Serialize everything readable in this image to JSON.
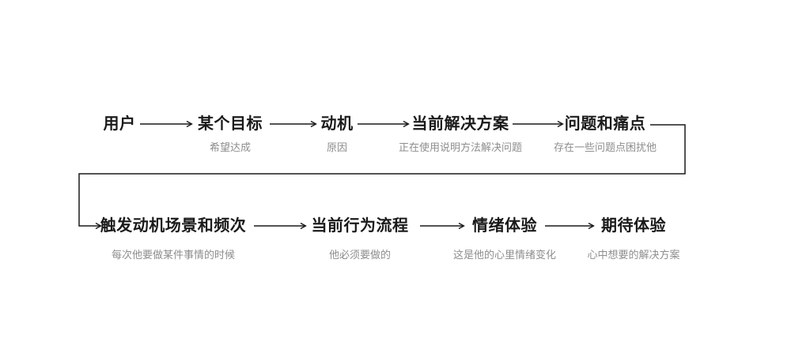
{
  "diagram": {
    "title": "user-journey-flow",
    "colors": {
      "label": "#1a1a1a",
      "sublabel": "#8e8e8e",
      "line": "#1a1a1a",
      "background": "#ffffff"
    },
    "row1": {
      "steps": [
        {
          "label": "用户",
          "sublabel": ""
        },
        {
          "label": "某个目标",
          "sublabel": "希望达成"
        },
        {
          "label": "动机",
          "sublabel": "原因"
        },
        {
          "label": "当前解决方案",
          "sublabel": "正在使用说明方法解决问题"
        },
        {
          "label": "问题和痛点",
          "sublabel": "存在一些问题点困扰他"
        }
      ]
    },
    "row2": {
      "steps": [
        {
          "label": "触发动机场景和频次",
          "sublabel": "每次他要做某件事情的时候"
        },
        {
          "label": "当前行为流程",
          "sublabel": "他必须要做的"
        },
        {
          "label": "情绪体验",
          "sublabel": "这是他的心里情绪变化"
        },
        {
          "label": "期待体验",
          "sublabel": "心中想要的解决方案"
        }
      ]
    }
  }
}
